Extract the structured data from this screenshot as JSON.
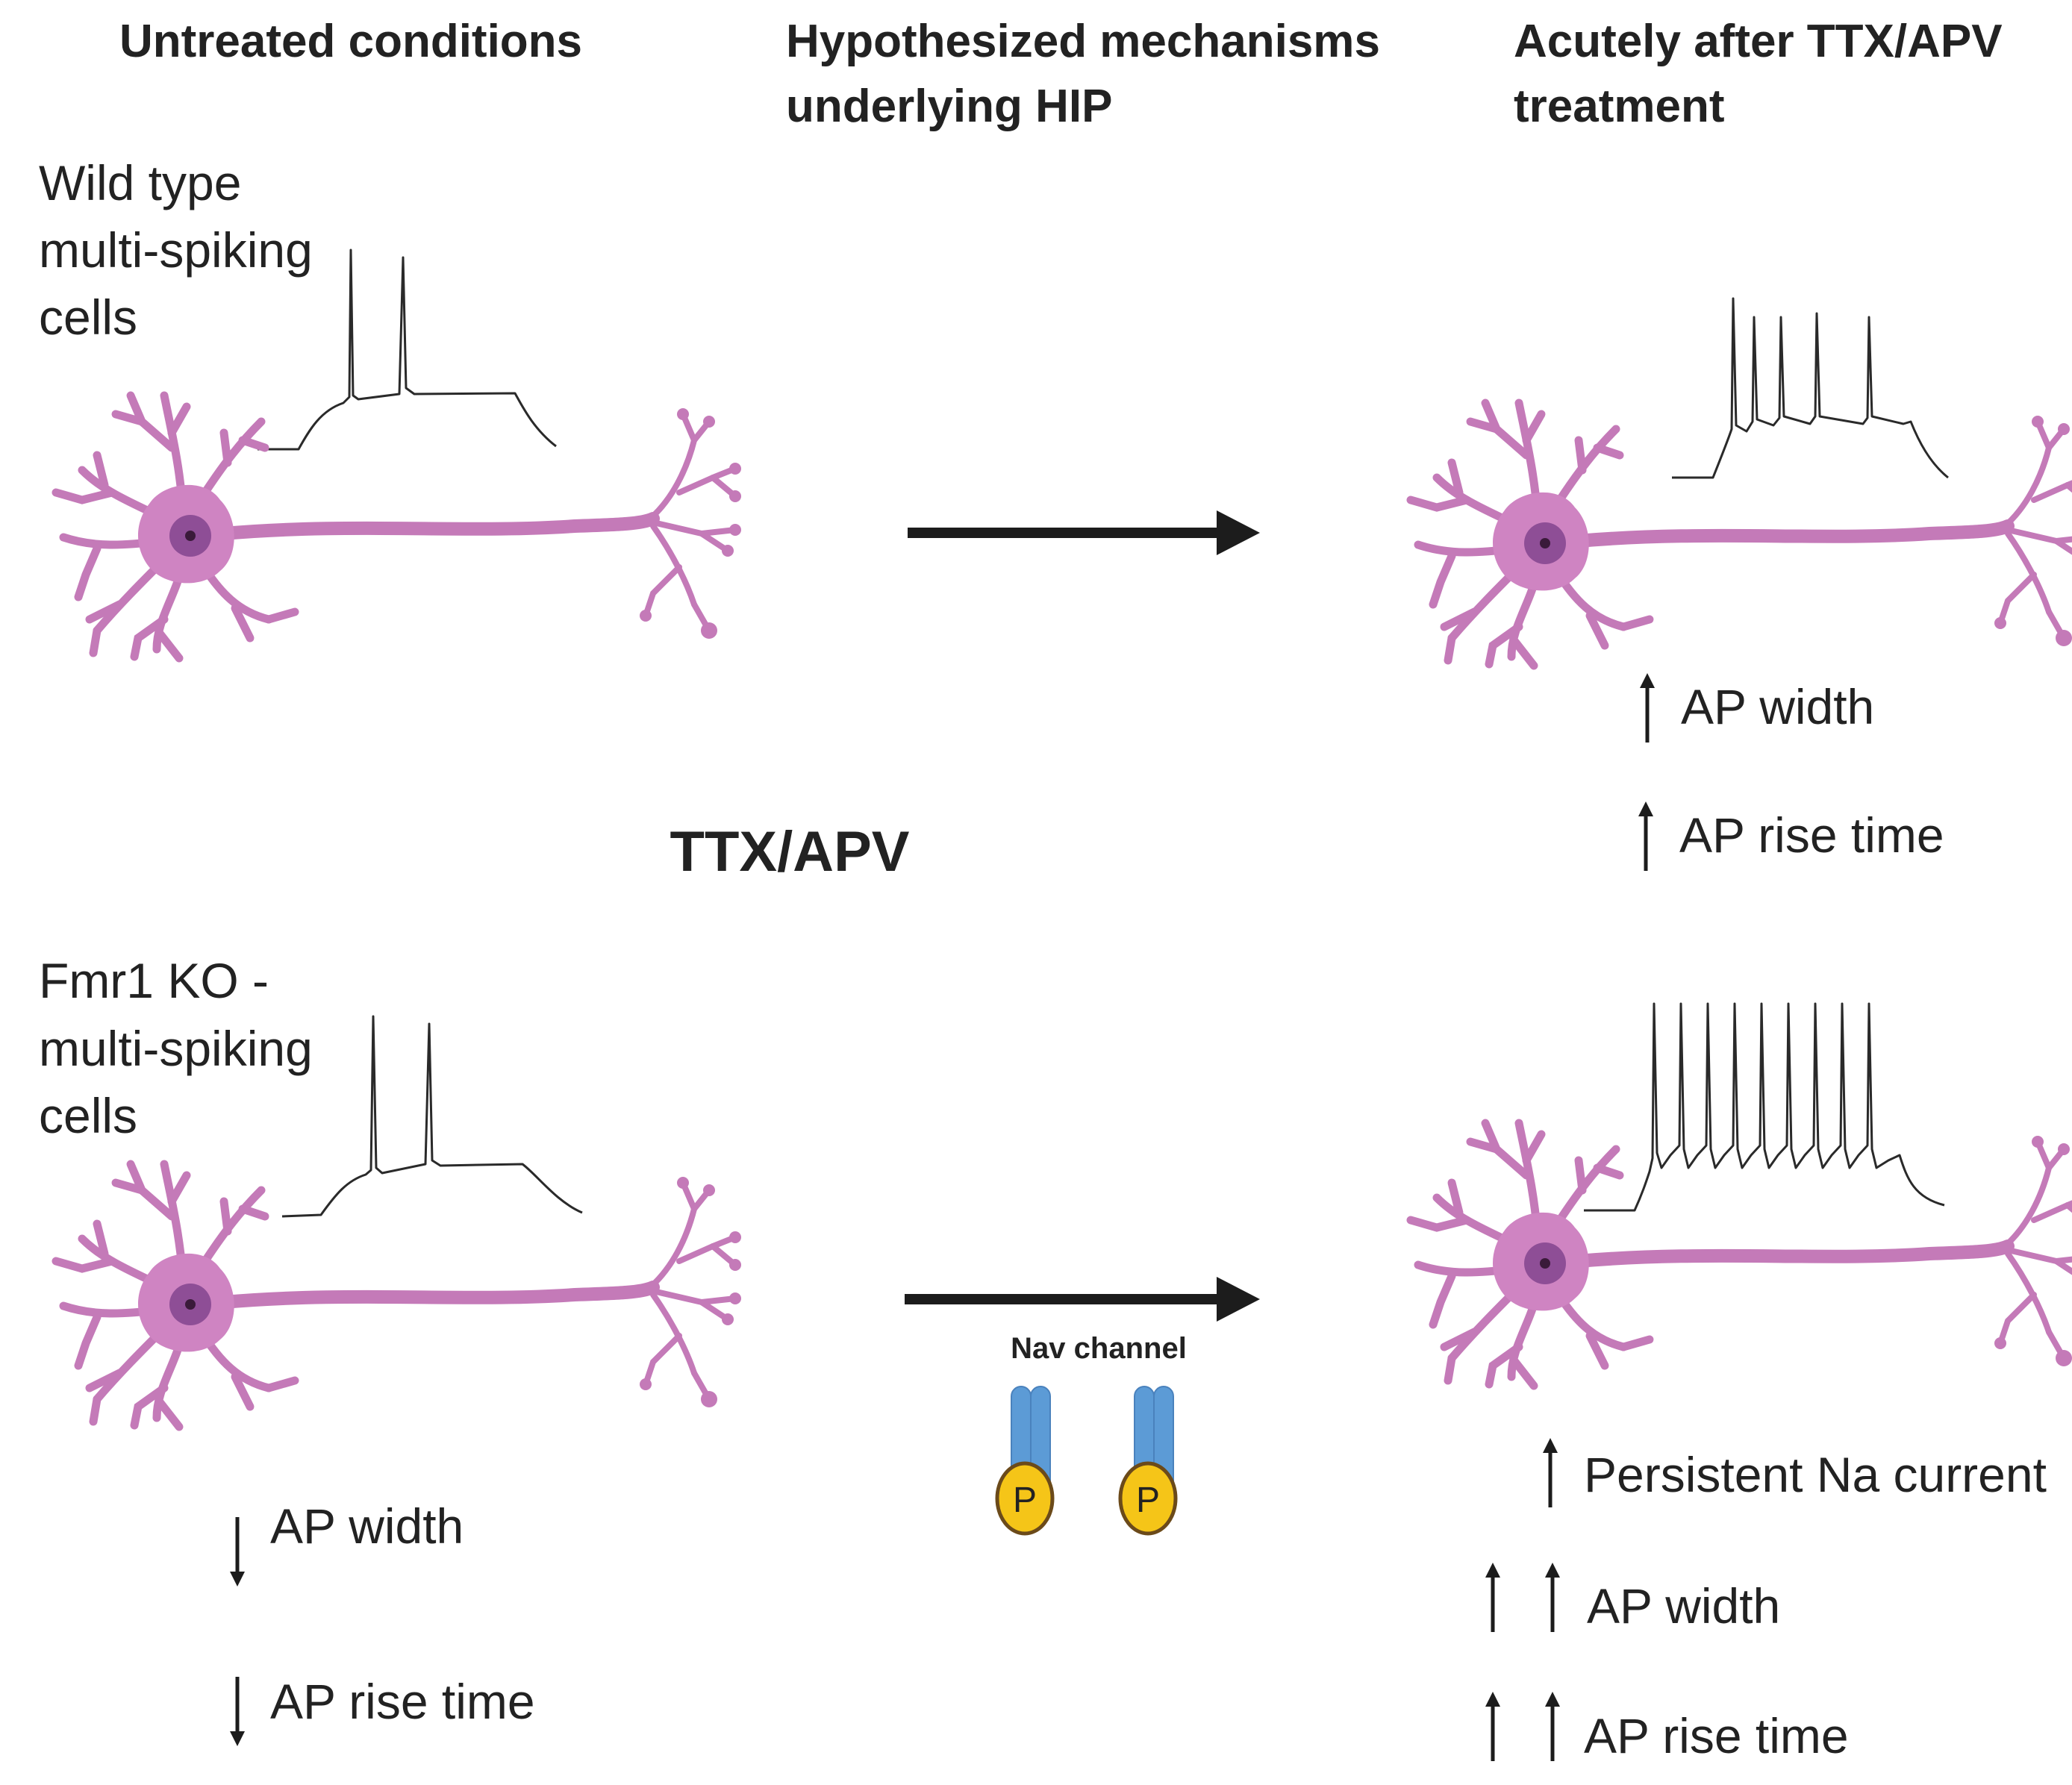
{
  "headers": {
    "col1": "Untreated conditions",
    "col2_line1": "Hypothesized mechanisms",
    "col2_line2": "underlying HIP",
    "col3_line1": "Acutely after TTX/APV",
    "col3_line2": "treatment"
  },
  "top_row": {
    "condition_lines": [
      "Wild type",
      "multi-spiking",
      "cells"
    ],
    "untreated_spike_count": 2,
    "treated_spike_count": 5,
    "treated_changes": [
      {
        "direction": "up",
        "arrows": 1,
        "label": "AP width"
      },
      {
        "direction": "up",
        "arrows": 1,
        "label": "AP rise time"
      }
    ]
  },
  "middle": {
    "treatment_label": "TTX/APV"
  },
  "bottom_row": {
    "condition_lines": [
      "Fmr1 KO -",
      "multi-spiking",
      "cells"
    ],
    "untreated_spike_count": 2,
    "treated_spike_count": 9,
    "untreated_changes": [
      {
        "direction": "down",
        "arrows": 1,
        "label": "AP width"
      },
      {
        "direction": "down",
        "arrows": 1,
        "label": "AP rise time"
      }
    ],
    "mechanism": {
      "title": "Nav channel",
      "phospho_label": "P"
    },
    "treated_changes": [
      {
        "direction": "up",
        "arrows": 1,
        "label": "Persistent Na current"
      },
      {
        "direction": "up",
        "arrows": 2,
        "label": "AP width"
      },
      {
        "direction": "up",
        "arrows": 2,
        "label": "AP rise time"
      }
    ]
  },
  "colors": {
    "neuron": "#c47ab8",
    "neuron_soma": "#cf84c2",
    "nucleus": "#8e4e96",
    "nucleolus": "#3a1a3a",
    "arrow": "#1c1c1c",
    "channel": "#5c9bd6",
    "phospho": "#f5c518"
  }
}
